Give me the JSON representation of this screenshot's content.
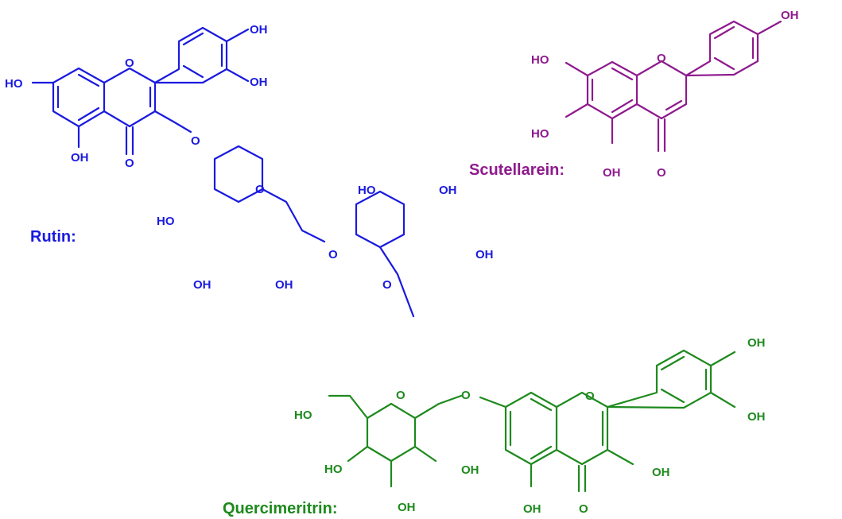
{
  "colors": {
    "rutin": "#1a1adf",
    "scutellarein": "#8e1a8e",
    "quercimeritrin": "#1d8a1d"
  },
  "rutin": {
    "name": "Rutin:",
    "atoms": {
      "ho_7": "HO",
      "oh_5": "OH",
      "o_4": "O",
      "o_ring": "O",
      "oh_3p": "OH",
      "oh_4p": "OH",
      "o_3": "O",
      "glc_o_ring": "O",
      "glc_ho_2": "HO",
      "glc_oh_3": "OH",
      "glc_oh_4": "OH",
      "link_o": "O",
      "rha_oh_a": "HO",
      "rha_oh_b": "OH",
      "rha_oh_c": "OH",
      "rha_o_ring": "O"
    }
  },
  "scutellarein": {
    "name": "Scutellarein:",
    "atoms": {
      "ho_7": "HO",
      "ho_6": "HO",
      "oh_5": "OH",
      "o_4": "O",
      "o_ring": "O",
      "oh_4p": "OH"
    }
  },
  "quercimeritrin": {
    "name": "Quercimeritrin:",
    "atoms": {
      "ho_6s": "HO",
      "o_sugar_ring": "O",
      "ho_2s": "HO",
      "oh_3s": "OH",
      "oh_4s": "OH",
      "o_link": "O",
      "o_ring": "O",
      "oh_3": "OH",
      "oh_5": "OH",
      "o_4": "O",
      "oh_3p": "OH",
      "oh_4p": "OH"
    }
  }
}
